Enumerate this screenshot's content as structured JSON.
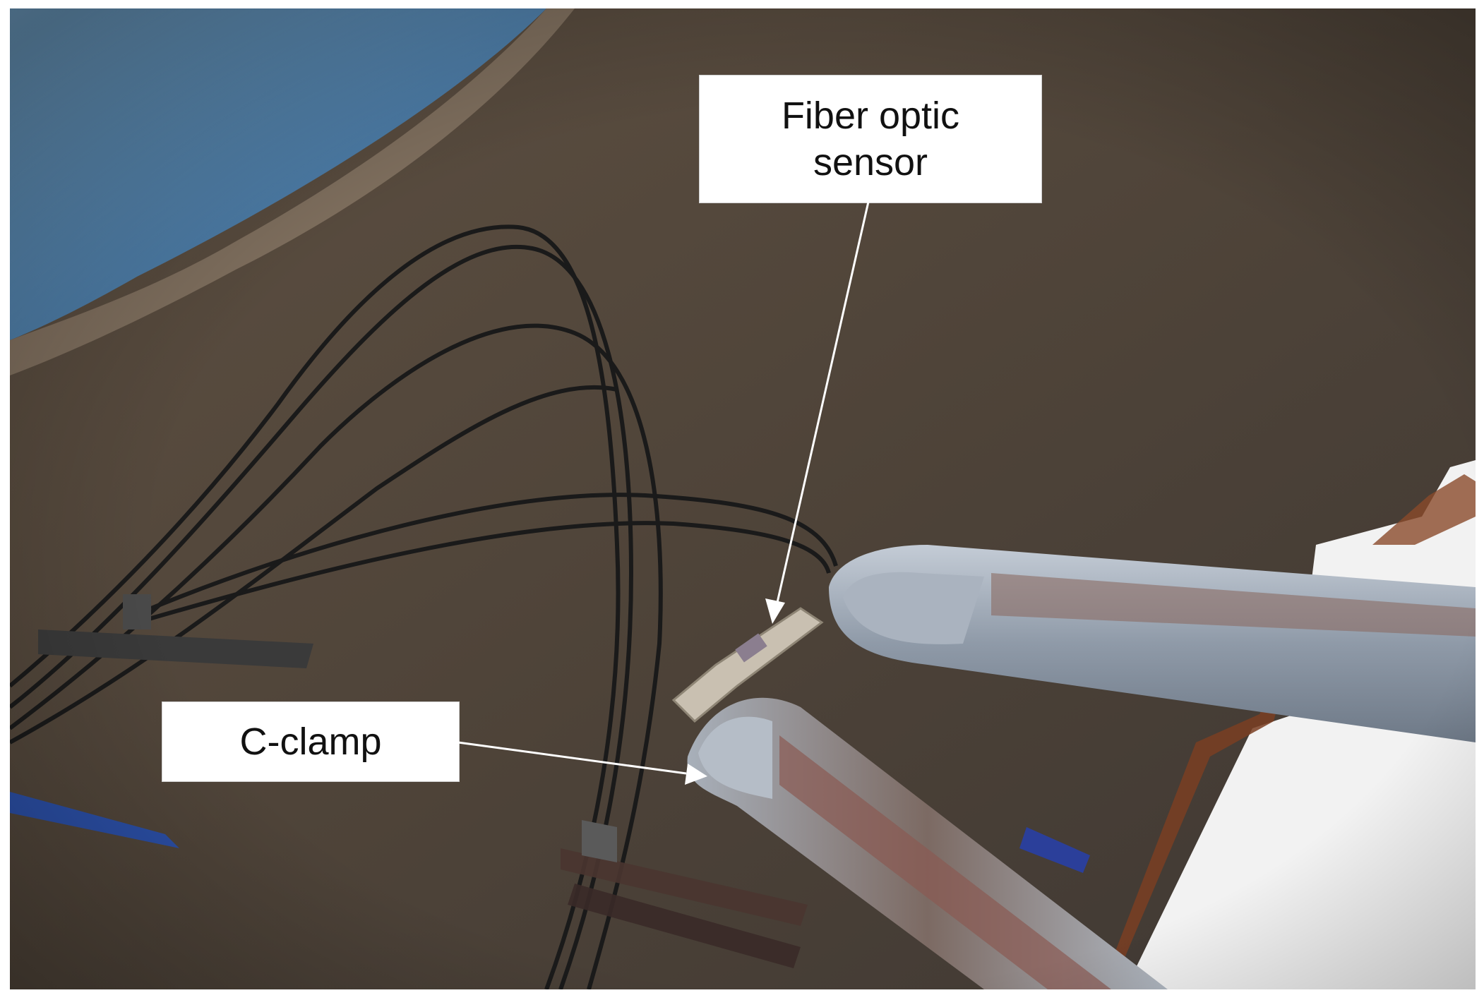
{
  "labels": {
    "fiber_optic_sensor": {
      "line1": "Fiber optic",
      "line2": "sensor"
    },
    "c_clamp": "C-clamp"
  },
  "colors": {
    "label_background": "#ffffff",
    "label_text": "#111111",
    "arrow": "#ffffff"
  }
}
